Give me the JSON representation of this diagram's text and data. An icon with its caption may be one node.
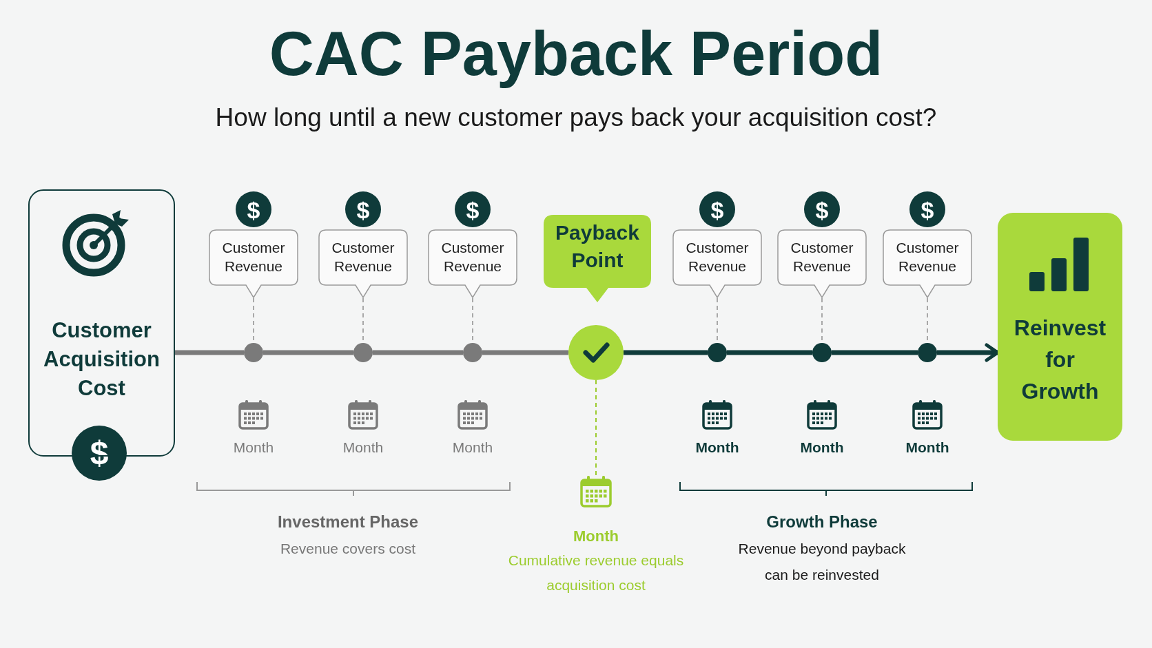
{
  "diagram": {
    "title": "CAC Payback Period",
    "nodes": [
      {
        "text": [
          "Customer Acquisition Cost"
        ]
      },
      {
        "text": [
          "Customer Revenue"
        ]
      },
      {
        "text": [
          "Customer Revenue"
        ]
      },
      {
        "text": [
          "Customer Revenue"
        ]
      },
      {
        "text": [
          "Payback Point"
        ]
      },
      {
        "text": [
          "Customer Revenue"
        ]
      },
      {
        "text": [
          "Customer Revenue"
        ]
      },
      {
        "text": [
          "Customer Revenue"
        ]
      },
      {
        "text": [
          "Reinvest for Growth"
        ]
      },
      {
        "text": [],
        "shape": "circle"
      },
      {
        "text": [],
        "shape": "circle"
      },
      {
        "text": [],
        "shape": "circle"
      },
      {
        "text": [],
        "shape": "circle"
      },
      {
        "text": [],
        "shape": "circle"
      },
      {
        "text": [],
        "shape": "circle"
      },
      {
        "text": [],
        "shape": "circle"
      },
      {
        "text": [
          "Month",
          "Cumulative revenue equals acquisition cost"
        ]
      }
    ],
    "edges": [
      {
        "from": 0,
        "to": 9,
        "arrow": "none",
        "color": "#7a7a7a"
      },
      {
        "from": 9,
        "to": 10,
        "arrow": "none",
        "color": "#7a7a7a"
      },
      {
        "from": 10,
        "to": 11,
        "arrow": "none",
        "color": "#7a7a7a"
      },
      {
        "from": 11,
        "to": 12,
        "arrow": "none",
        "color": "#7a7a7a"
      },
      {
        "from": 12,
        "to": 13,
        "arrow": "none",
        "color": "#0f3b3a"
      },
      {
        "from": 13,
        "to": 14,
        "arrow": "none",
        "color": "#0f3b3a"
      },
      {
        "from": 14,
        "to": 15,
        "arrow": "none",
        "color": "#0f3b3a"
      },
      {
        "from": 15,
        "to": 8,
        "arrow": "to",
        "color": "#0f3b3a"
      },
      {
        "from": 1,
        "to": 9,
        "arrow": "none",
        "style": "dashed"
      },
      {
        "from": 2,
        "to": 10,
        "arrow": "none",
        "style": "dashed"
      },
      {
        "from": 3,
        "to": 11,
        "arrow": "none",
        "style": "dashed"
      },
      {
        "from": 5,
        "to": 13,
        "arrow": "none",
        "style": "dashed"
      },
      {
        "from": 6,
        "to": 14,
        "arrow": "none",
        "style": "dashed"
      },
      {
        "from": 7,
        "to": 15,
        "arrow": "none",
        "style": "dashed"
      },
      {
        "from": 12,
        "to": 16,
        "arrow": "none",
        "style": "dashed",
        "color": "#9ccc2e"
      }
    ],
    "labels": [
      "How long until a new customer pays back your acquisition cost?",
      "$",
      "$",
      "$",
      "$",
      "$",
      "$",
      "$",
      "Month",
      "Month",
      "Month",
      "Month",
      "Month",
      "Month",
      "Investment Phase",
      "Revenue covers cost",
      "Growth Phase",
      "Revenue beyond payback can be reinvested"
    ]
  }
}
